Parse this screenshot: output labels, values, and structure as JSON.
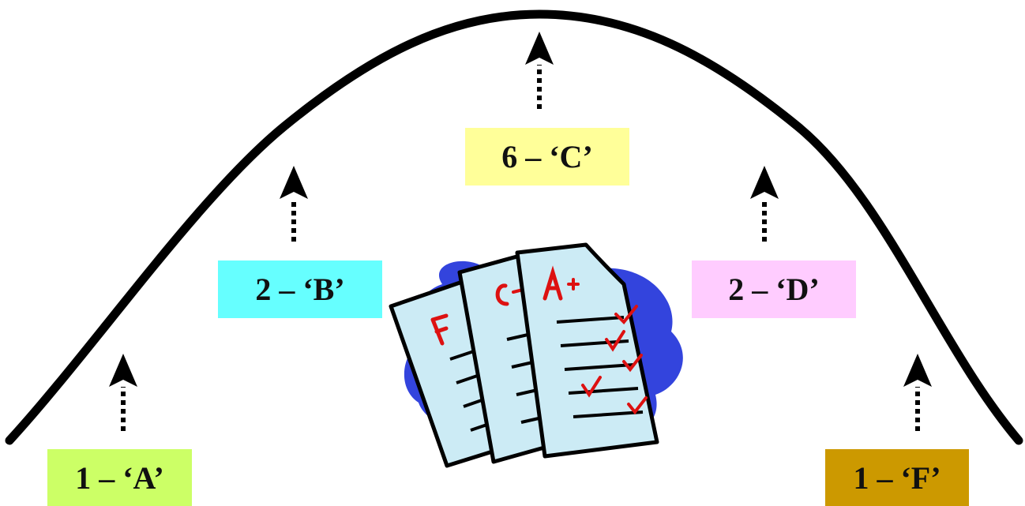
{
  "labels": {
    "a": "1 – ‘A’",
    "b": "2 – ‘B’",
    "c": "6 – ‘C’",
    "d": "2 – ‘D’",
    "f": "1 – ‘F’"
  },
  "colors": {
    "a": "#ccff66",
    "b": "#66ffff",
    "c": "#ffff99",
    "d": "#ffccff",
    "f": "#cc9900",
    "curve": "#000000",
    "papers_blob": "#3344dd",
    "paper_fill": "#ccebf5",
    "grade_marks": "#dd1111"
  },
  "clipart": {
    "name": "graded-papers",
    "grades_written": [
      "F",
      "C-",
      "A+"
    ]
  }
}
